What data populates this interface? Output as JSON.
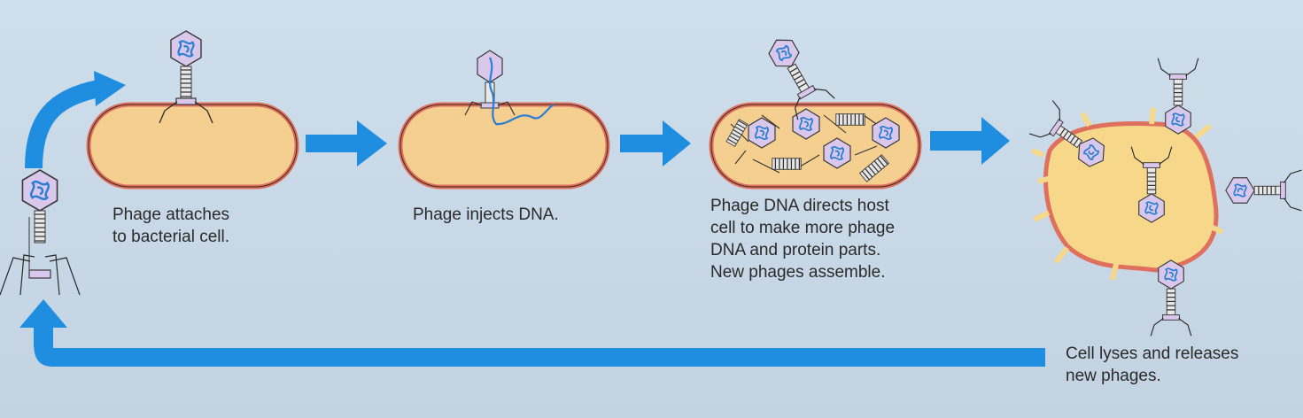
{
  "steps": [
    {
      "caption": "Phage attaches\nto bacterial cell."
    },
    {
      "caption": "Phage injects DNA."
    },
    {
      "caption": "Phage DNA directs host\ncell to make more phage\nDNA and protein parts.\nNew phages assemble."
    },
    {
      "caption": "Cell lyses and releases\nnew phages."
    }
  ],
  "colors": {
    "background": "#c9d9e7",
    "arrow": "#1f8ee0",
    "cell_fill": "#f5cf8f",
    "cell_border": "#e0705e",
    "phage_head": "#d9c8ec",
    "phage_dna": "#2a7fd4",
    "lysed_cell_fill": "#f7d88a"
  },
  "icons": [
    "phage-icon",
    "bacterial-cell-icon",
    "dna-strand-icon",
    "arrow-icon"
  ]
}
